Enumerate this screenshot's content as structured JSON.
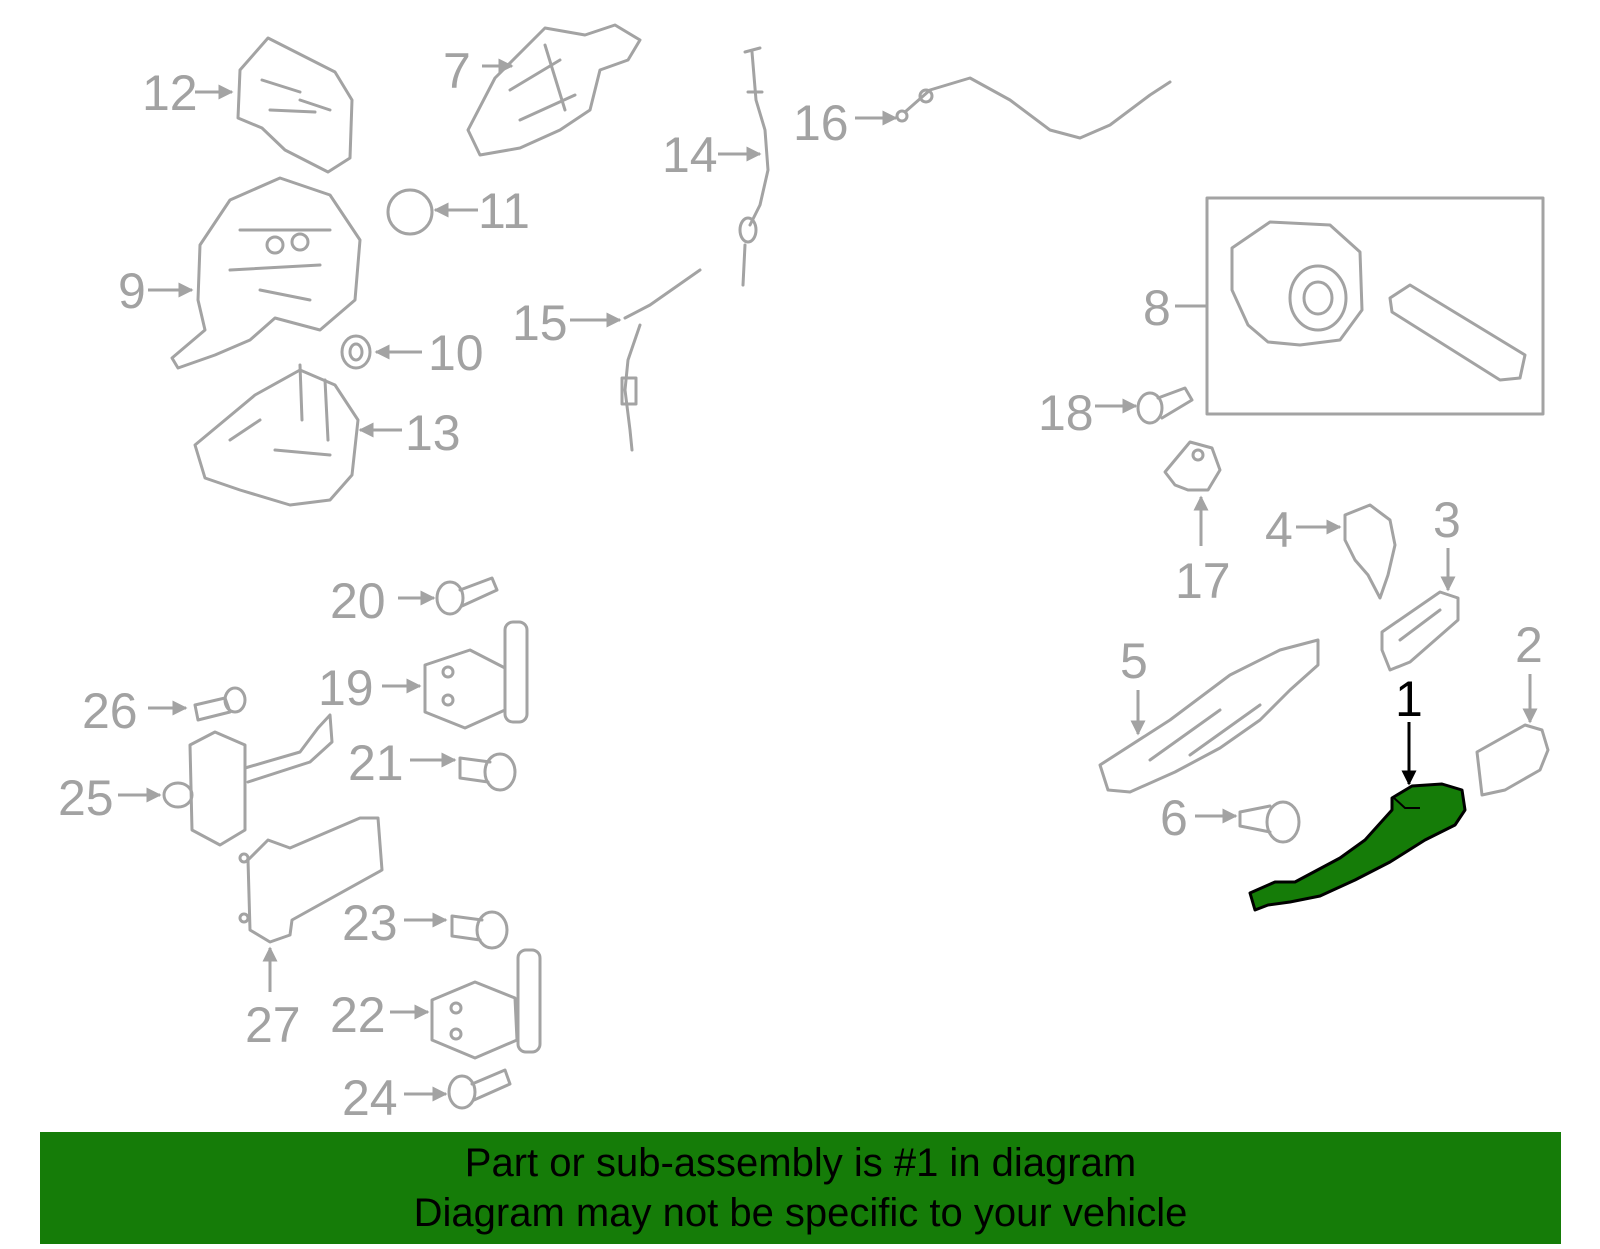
{
  "diagram": {
    "highlight_color": "#157c08",
    "line_color": "#a3a3a3",
    "callouts": [
      "1",
      "2",
      "3",
      "4",
      "5",
      "6",
      "7",
      "8",
      "9",
      "10",
      "11",
      "12",
      "13",
      "14",
      "15",
      "16",
      "17",
      "18",
      "19",
      "20",
      "21",
      "22",
      "23",
      "24",
      "25",
      "26",
      "27"
    ],
    "highlighted_callout": "1"
  },
  "banner": {
    "background": "#157c08",
    "line1": "Part or sub-assembly is #1 in diagram",
    "line2": "Diagram may not be specific to your vehicle"
  }
}
